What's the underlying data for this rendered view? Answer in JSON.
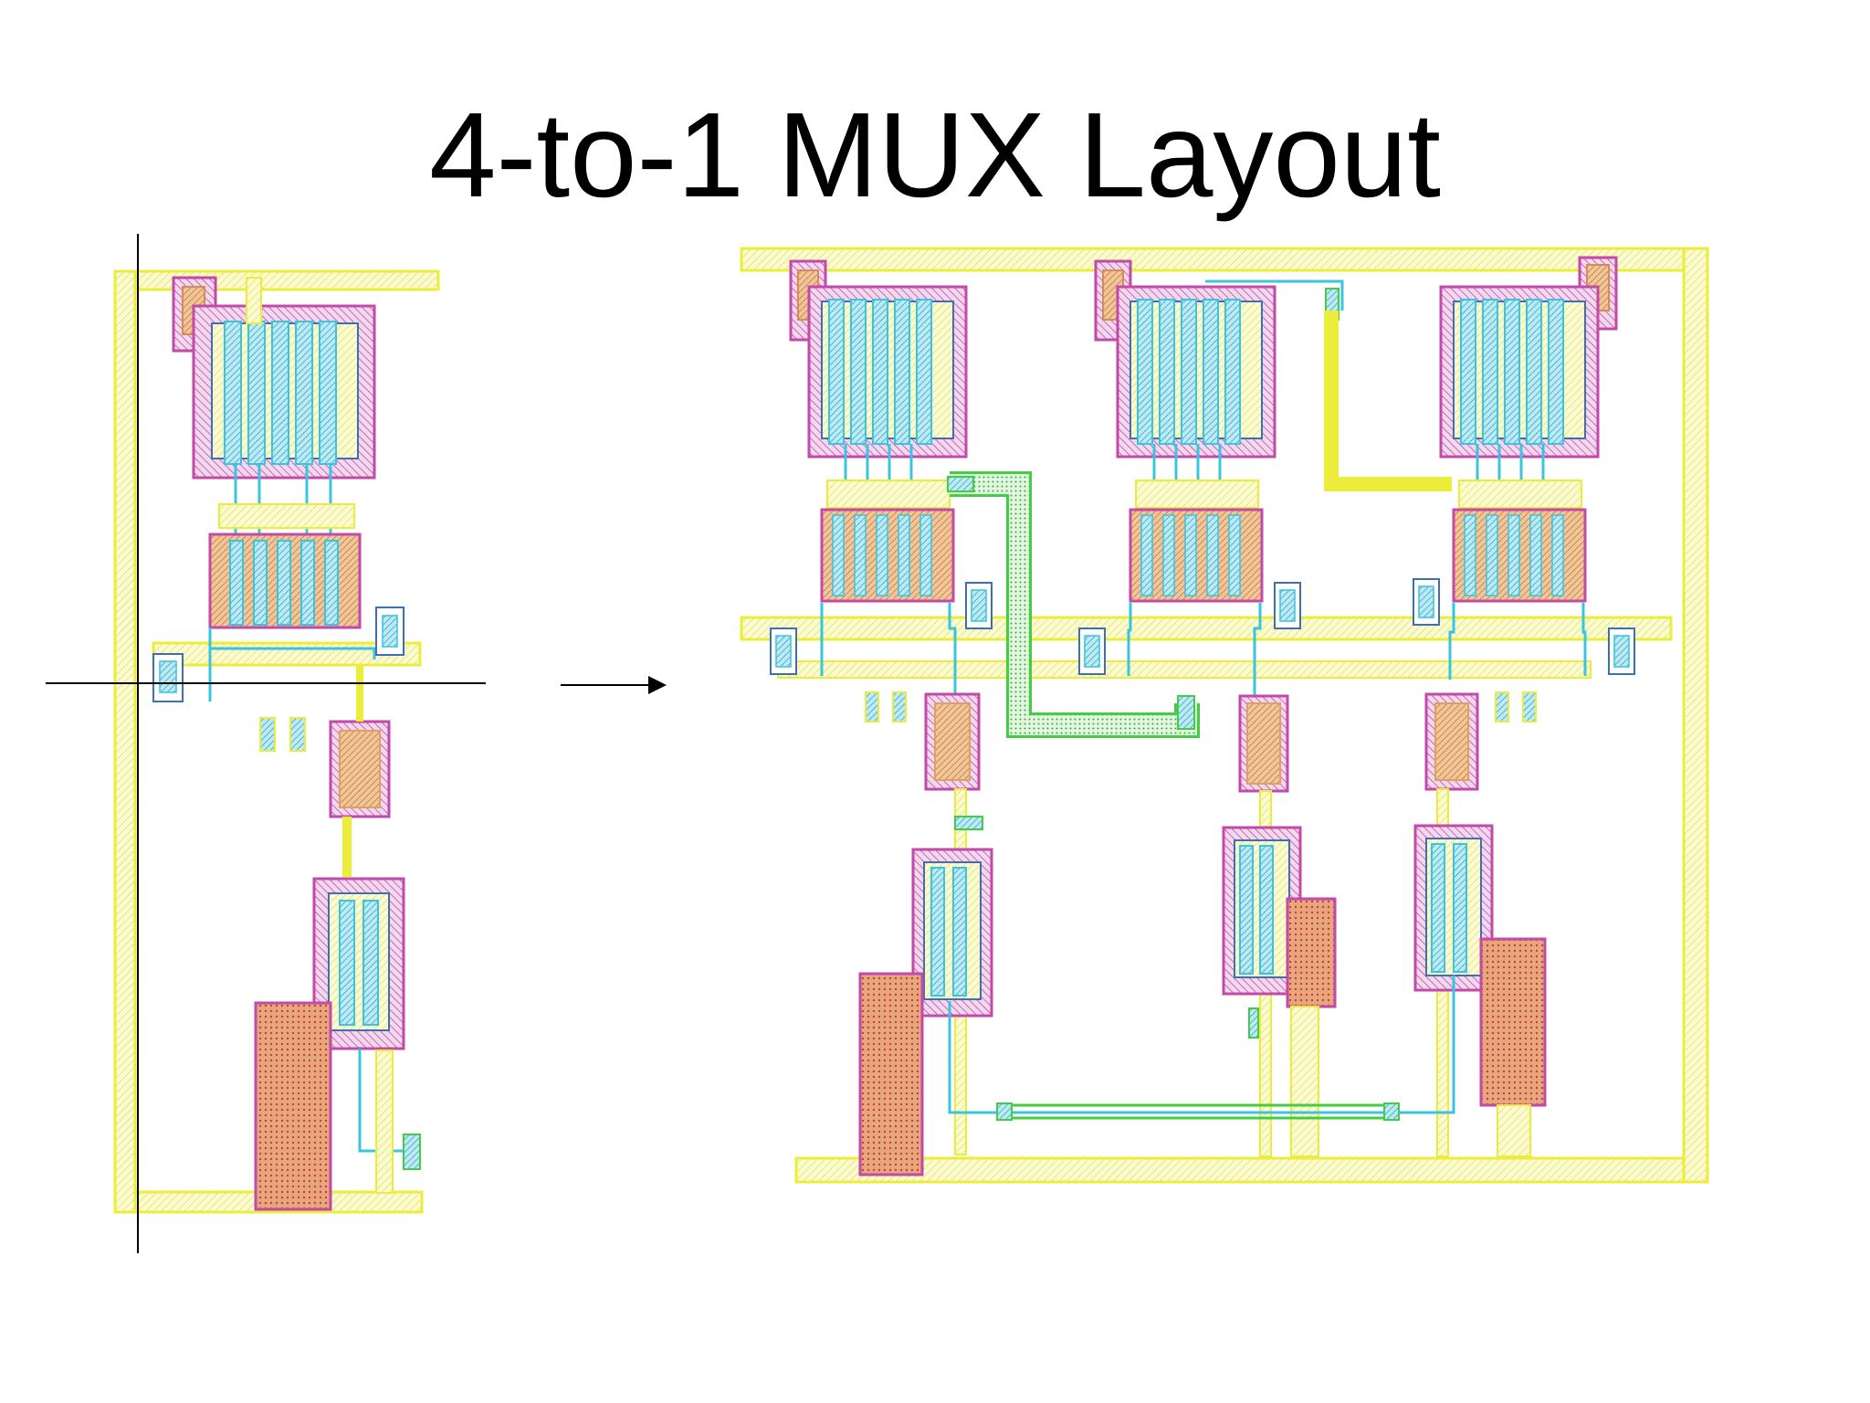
{
  "slide": {
    "title": "4-to-1 MUX Layout"
  },
  "figure": {
    "left_panel": "single 2-to-1 mux cell layout",
    "right_panel": "three cells combined into 4-to-1 mux",
    "arrow_direction": "right"
  },
  "colors": {
    "metal_yellow": "#ecec3a",
    "metal_fill": "#f8f7c9",
    "poly_magenta": "#c24aa8",
    "diff_orange": "#e0a060",
    "contact_cyan": "#39c4e0",
    "via_blue": "#3b6fb8",
    "metal2_green": "#44cc44",
    "axis_black": "#000000"
  }
}
